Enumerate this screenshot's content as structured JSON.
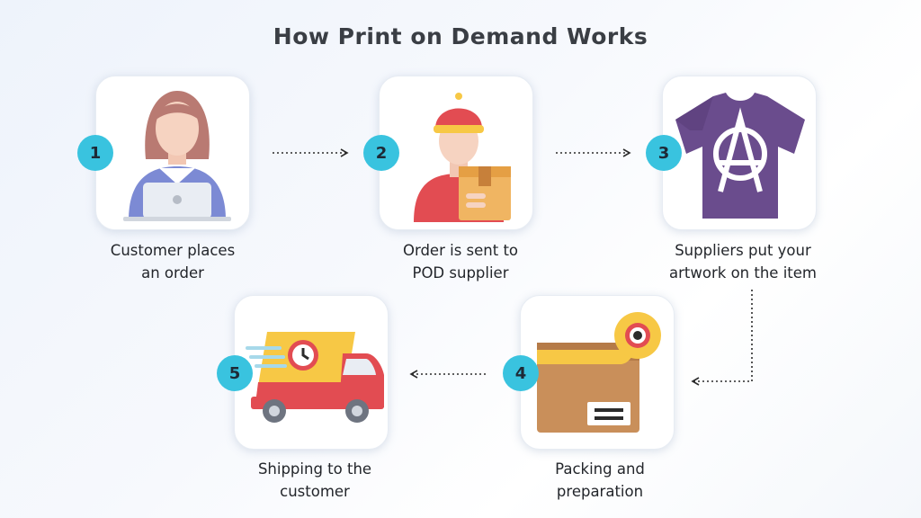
{
  "title": "How Print on Demand Works",
  "steps": [
    {
      "number": "1",
      "label": "Customer places\nan order",
      "icon": "customer-laptop-icon"
    },
    {
      "number": "2",
      "label": "Order is sent to\nPOD supplier",
      "icon": "delivery-person-icon"
    },
    {
      "number": "3",
      "label": "Suppliers put your\nartwork on the item",
      "icon": "tshirt-icon"
    },
    {
      "number": "4",
      "label": "Packing and\npreparation",
      "icon": "package-tape-icon"
    },
    {
      "number": "5",
      "label": "Shipping to the\ncustomer",
      "icon": "delivery-truck-icon"
    }
  ],
  "colors": {
    "badge": "#39c3df",
    "title": "#3a3e44",
    "text": "#23262b"
  }
}
